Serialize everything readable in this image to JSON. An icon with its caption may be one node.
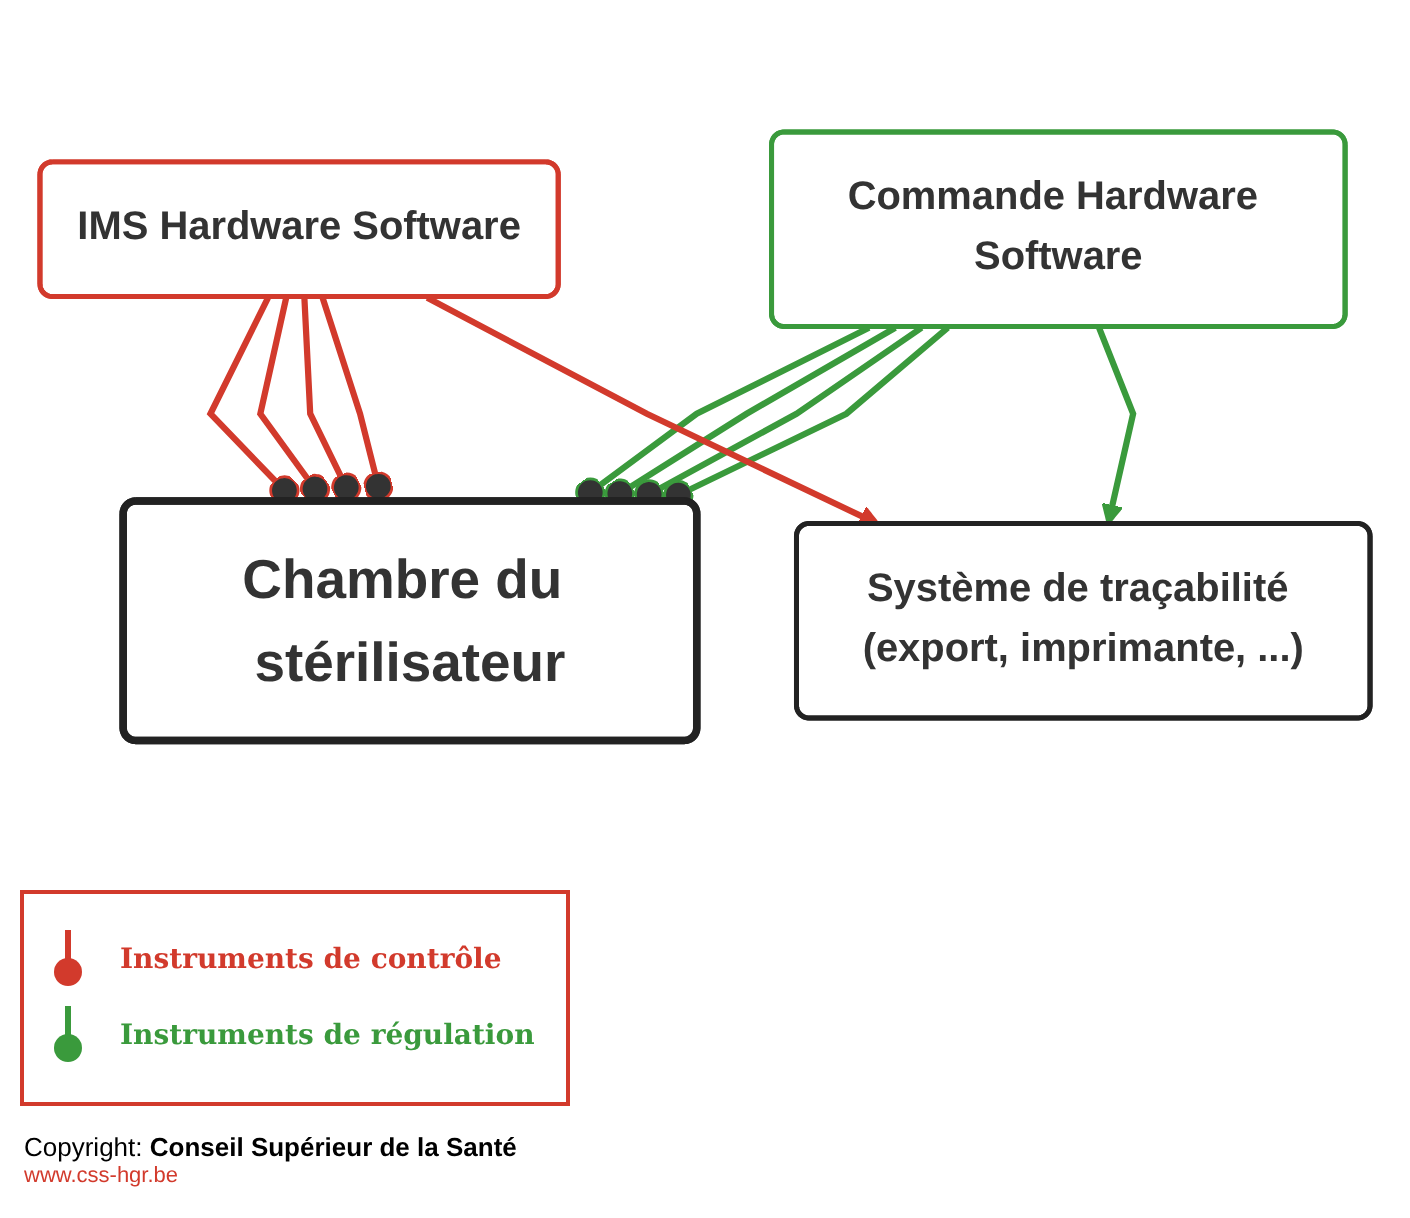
{
  "diagram": {
    "nodes": [
      {
        "text": [
          "Chambre du stérilisateur"
        ]
      },
      {
        "text": [
          "IMS Hardware Software"
        ]
      },
      {
        "text": [
          "Commande Hardware Software"
        ]
      },
      {
        "text": [
          "Système de traçabilité (export, imprimante, ...)"
        ]
      }
    ],
    "edges": [
      {
        "from": 1,
        "to": 0,
        "arrow": "other",
        "color": "#d23a2c"
      },
      {
        "from": 2,
        "to": 0,
        "arrow": "other",
        "color": "#3a9a3c"
      },
      {
        "from": 1,
        "to": 0,
        "arrow": "other",
        "color": "#d23a2c"
      },
      {
        "from": 2,
        "to": 0,
        "arrow": "other",
        "color": "#3a9a3c"
      },
      {
        "from": 1,
        "to": 0,
        "arrow": "other",
        "color": "#d23a2c"
      },
      {
        "from": 2,
        "to": 0,
        "arrow": "other",
        "color": "#3a9a3c"
      },
      {
        "from": 1,
        "to": 0,
        "arrow": "other",
        "color": "#d23a2c"
      },
      {
        "from": 2,
        "to": 0,
        "arrow": "other",
        "color": "#3a9a3c"
      },
      {
        "from": 1,
        "to": 3,
        "arrow": "to",
        "color": "#d23a2c"
      },
      {
        "from": 2,
        "to": 3,
        "arrow": "to",
        "color": "#3a9a3c"
      }
    ],
    "labels": [
      "Copyright: **Conseil Supérieur de la Santé**",
      "www.css-hgr.be"
    ],
    "legend": [
      {
        "text": "Instruments de contrôle"
      },
      {
        "text": "Instruments de régulation"
      }
    ]
  }
}
